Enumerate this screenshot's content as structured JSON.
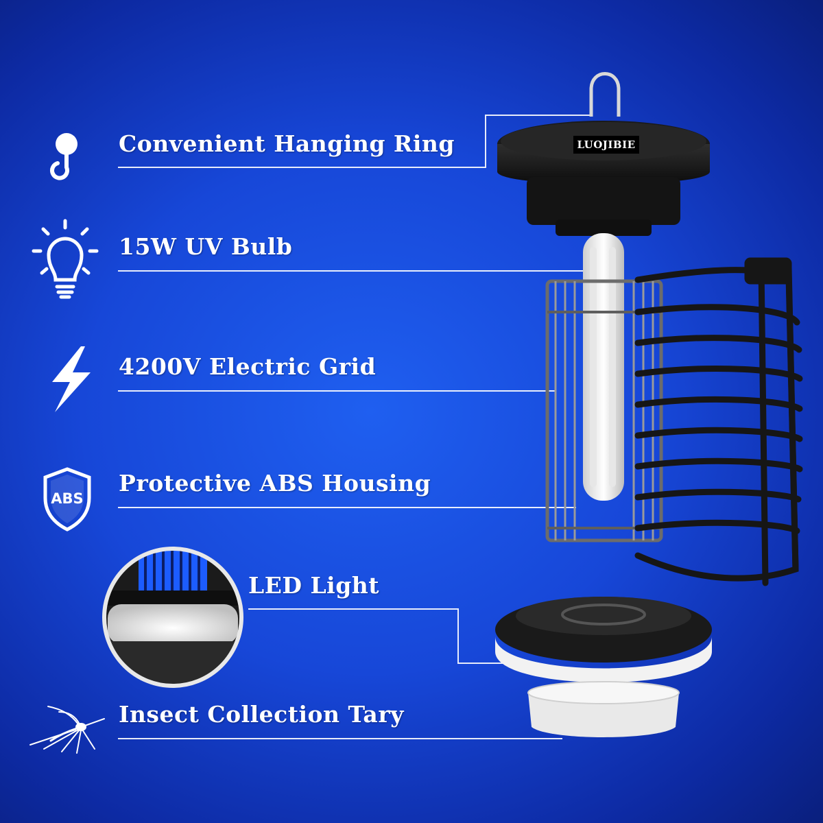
{
  "brand": "LUOJIBIE",
  "features": [
    {
      "id": "hanging-ring",
      "label": "Convenient Hanging Ring",
      "icon": "hook-icon"
    },
    {
      "id": "uv-bulb",
      "label": "15W UV Bulb",
      "icon": "lightbulb-icon"
    },
    {
      "id": "electric-grid",
      "label": "4200V Electric Grid",
      "icon": "lightning-icon"
    },
    {
      "id": "abs-housing",
      "label": "Protective ABS Housing",
      "icon": "shield-icon",
      "icon_text": "ABS"
    },
    {
      "id": "led-light",
      "label": "LED Light",
      "icon": "led-closeup-icon"
    },
    {
      "id": "collection-tray",
      "label": "Insect Collection Tary",
      "icon": "mosquito-icon"
    }
  ],
  "colors": {
    "background": "#1747d8",
    "text": "#ffffff",
    "lamp_black": "#121212",
    "lamp_white": "#f2f2f2"
  }
}
